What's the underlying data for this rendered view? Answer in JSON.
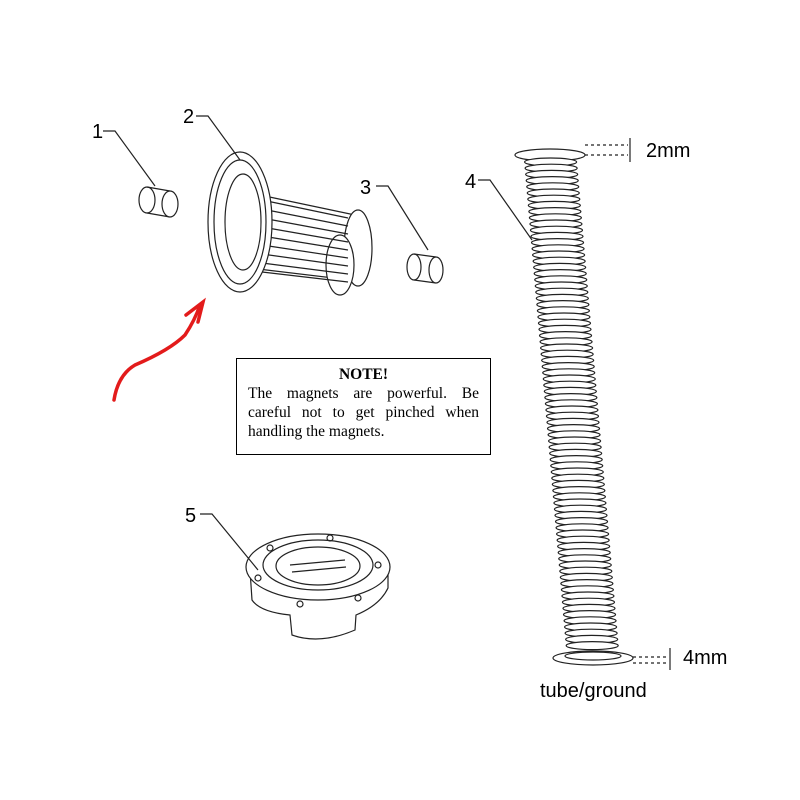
{
  "callouts": [
    "1",
    "2",
    "3",
    "4",
    "5"
  ],
  "note": {
    "title": "NOTE!",
    "body": "The magnets are powerful. Be careful not to get pinched when handling the magnets."
  },
  "dimensions": {
    "top": "2mm",
    "bottom": "4mm"
  },
  "tube_label": "tube/ground",
  "colors": {
    "annotation_arrow": "#e31b1b",
    "line": "#000000"
  }
}
